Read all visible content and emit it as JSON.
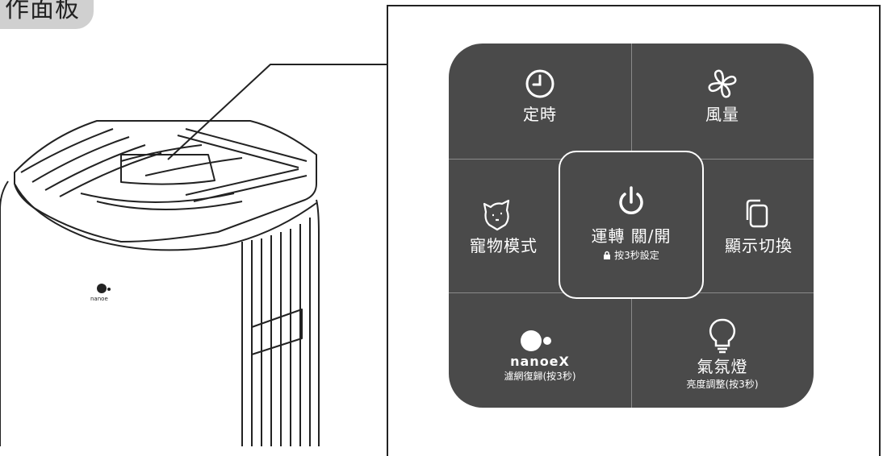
{
  "section_title": "作面板",
  "brand_logo_text": "nanoeX",
  "panel": {
    "timer": {
      "label": "定時",
      "icon": "clock-icon"
    },
    "fan": {
      "label": "風量",
      "icon": "fan-icon"
    },
    "pet": {
      "label": "寵物模式",
      "icon": "pet-icon"
    },
    "power": {
      "label": "運轉 關/開",
      "sub": "按3秒設定",
      "icon": "power-icon",
      "lock_icon": "lock-icon"
    },
    "display": {
      "label": "顯示切換",
      "icon": "display-switch-icon"
    },
    "nanoe": {
      "brand": "nanoeX",
      "label": "濾網復歸(按3秒)",
      "icon": "nanoe-logo-icon"
    },
    "light": {
      "label": "氣氛燈",
      "sub": "亮度調整(按3秒)",
      "icon": "bulb-icon"
    }
  },
  "colors": {
    "panel": "#4a4a4a",
    "text": "#ffffff",
    "tab": "#d0d0d0",
    "line": "#222222"
  }
}
